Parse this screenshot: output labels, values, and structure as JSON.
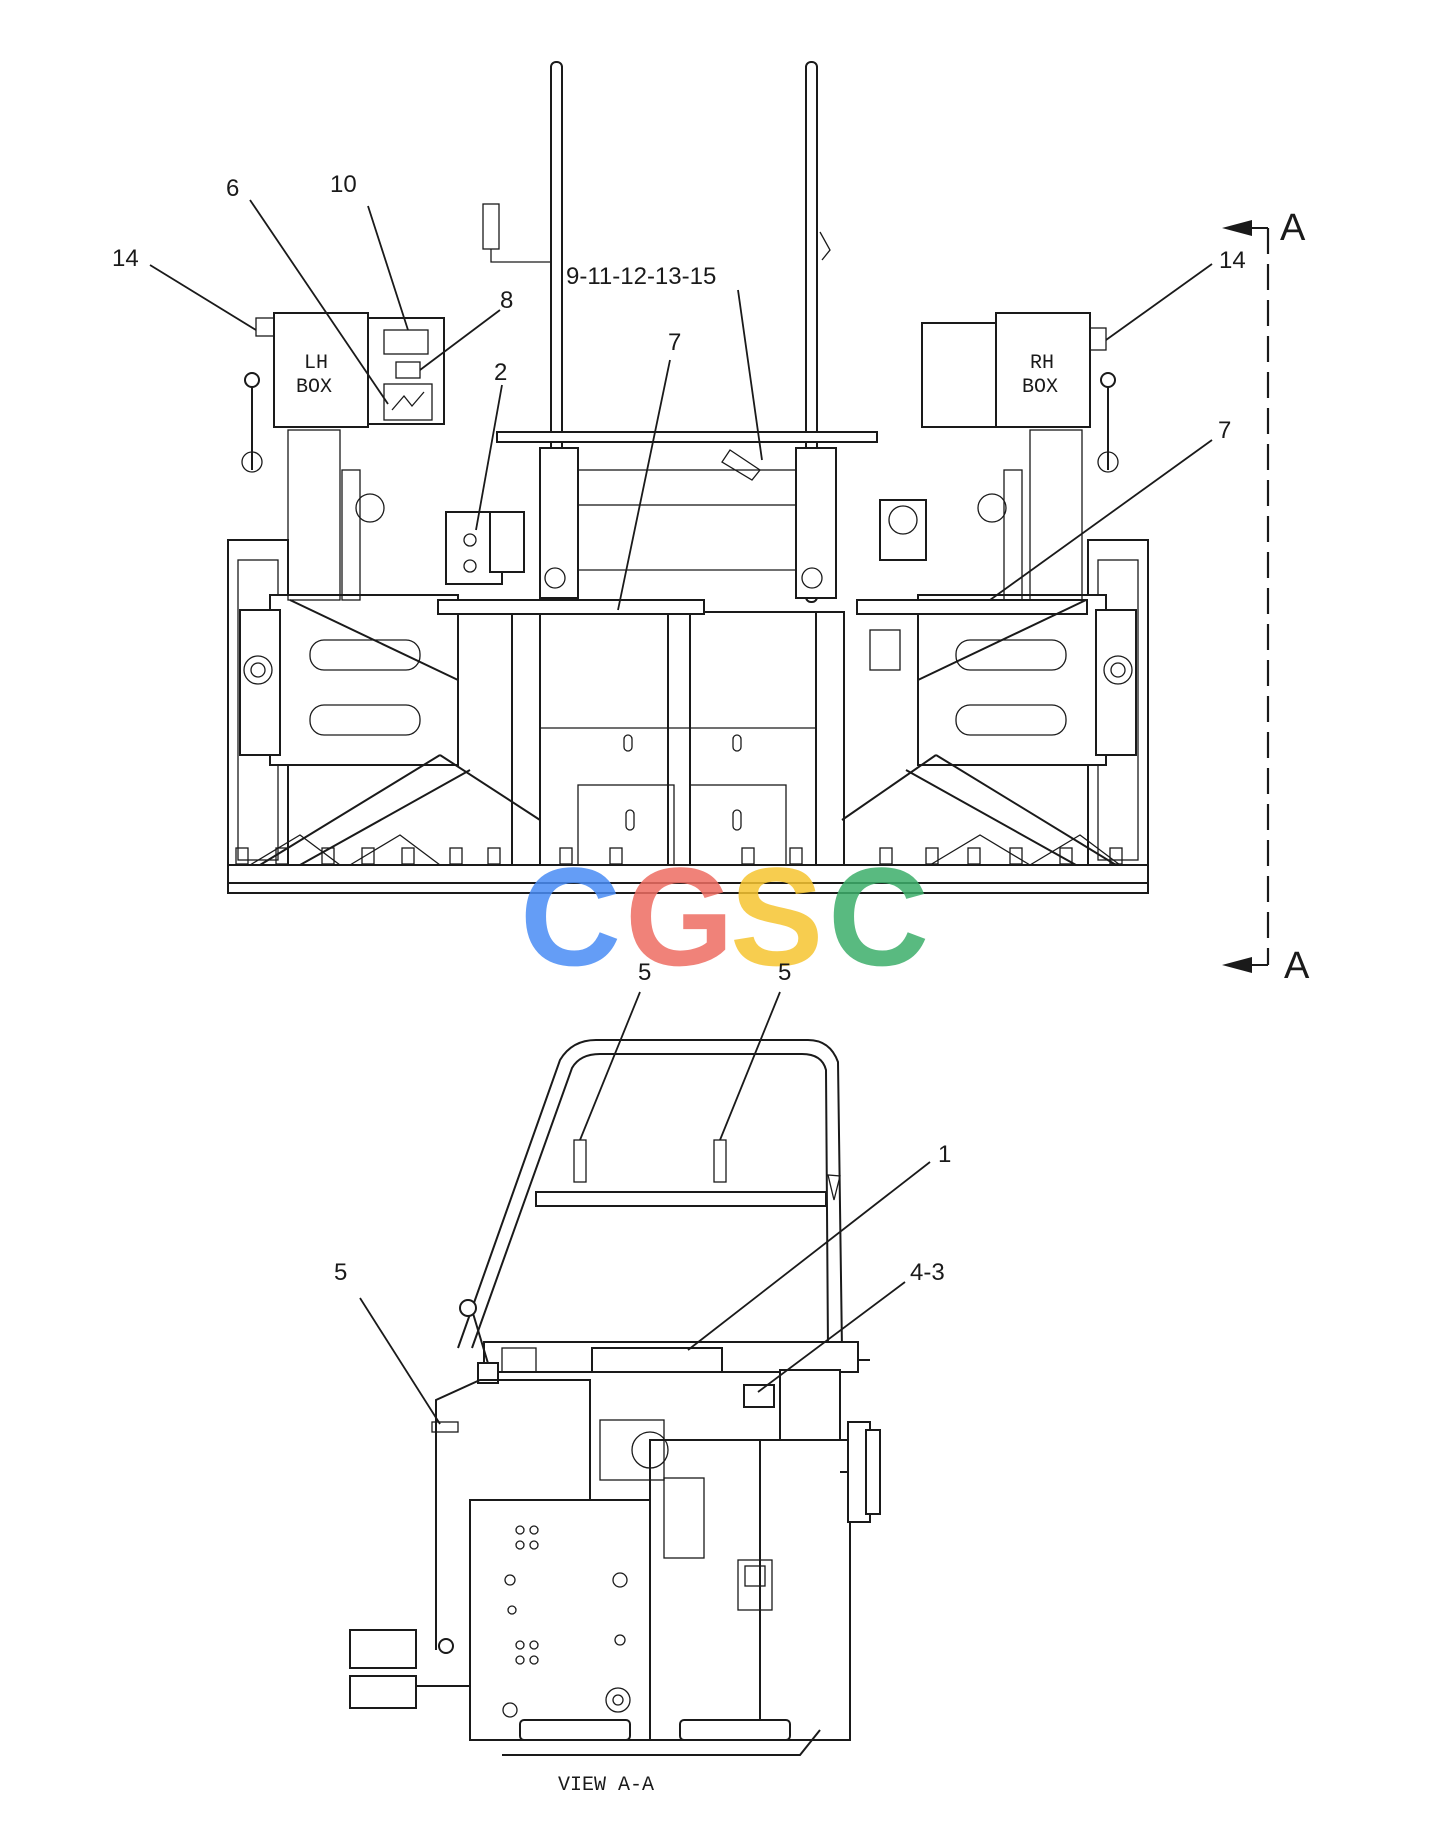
{
  "callouts": {
    "c1": "1",
    "c2": "2",
    "c4_3": "4-3",
    "c5a": "5",
    "c5b": "5",
    "c5c": "5",
    "c6": "6",
    "c7_left": "7",
    "c7_right": "7",
    "c8": "8",
    "c9_15": "9-11-12-13-15",
    "c10": "10",
    "c14_left": "14",
    "c14_right": "14"
  },
  "box_labels": {
    "lh_line1": "LH",
    "lh_line2": "BOX",
    "rh_line1": "RH",
    "rh_line2": "BOX"
  },
  "section_marks": {
    "top": "A",
    "bottom": "A"
  },
  "view_caption": "VIEW A-A",
  "watermark": {
    "letters": [
      "C",
      "G",
      "S",
      "C"
    ],
    "colors": [
      "#4a8df5",
      "#ee6d62",
      "#f6c531",
      "#3daf6b"
    ]
  }
}
